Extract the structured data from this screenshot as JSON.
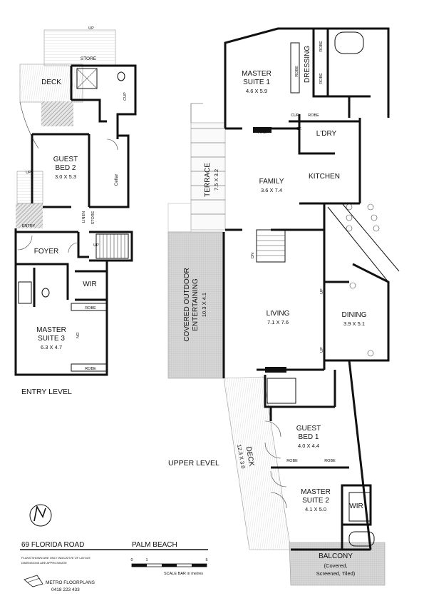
{
  "entry": {
    "rooms": {
      "deck": "DECK",
      "store_top": "STORE",
      "guest2_name": "GUEST",
      "guest2_name2": "BED 2",
      "guest2_dim": "3.0 X 5.3",
      "cellar": "Cellar",
      "linen": "LINEN",
      "store_mid": "STORE",
      "entry": "ENTRY",
      "foyer": "FOYER",
      "wir": "WIR",
      "robe_top": "ROBE",
      "robe_bottom": "ROBE",
      "ms3_name": "MASTER",
      "ms3_name2": "SUITE 3",
      "ms3_dim": "6.3 X 4.7",
      "cup": "CUP",
      "dn": "DN",
      "up": "UP"
    },
    "level_title": "ENTRY LEVEL"
  },
  "upper": {
    "rooms": {
      "ms1_name": "MASTER",
      "ms1_name2": "SUITE 1",
      "ms1_dim": "4.6 X 5.9",
      "dressing": "DRESSING",
      "robe": "ROBE",
      "cup": "CUP",
      "fire": "FIRE",
      "ldry": "L'DRY",
      "st": "ST.",
      "terrace": "TERRACE",
      "terrace_dim": "7.5 X 3.2",
      "family": "FAMILY",
      "family_dim": "3.6 X 7.4",
      "kitchen": "KITCHEN",
      "covered_l1": "COVERED OUTDOOR",
      "covered_l2": "ENTERTAINING",
      "covered_dim": "10.3 X 4.1",
      "living": "LIVING",
      "living_dim": "7.1 X 7.6",
      "dining": "DINING",
      "dining_dim": "3.9 X 5.1",
      "guest1_name": "GUEST",
      "guest1_name2": "BED 1",
      "guest1_dim": "4.0 X 4.4",
      "deck": "DECK",
      "deck_dim": "12.3 X 3.0",
      "ms2_name": "MASTER",
      "ms2_name2": "SUITE 2",
      "ms2_dim": "4.1 X 5.0",
      "wir": "WIR",
      "balcony": "BALCONY",
      "balcony_sub1": "(Covered,",
      "balcony_sub2": "Screened, Tiled)",
      "dn": "DN",
      "up": "UP"
    },
    "level_title": "UPPER LEVEL"
  },
  "footer": {
    "address": "69 FLORIDA ROAD",
    "suburb": "PALM BEACH",
    "disclaimer1": "PLANS SHOWN ARE ONLY INDICATIVE OF LAYOUT.",
    "disclaimer2": "DIMENSIONS ARE APPROXIMATE",
    "scale_0": "0",
    "scale_1": "1",
    "scale_5": "5",
    "scale_label": "SCALE BAR in metres",
    "company": "METRO FLOORPLANS",
    "phone": "0418 223 433"
  },
  "colors": {
    "walls": "#111111",
    "covered_area": "#d4d4d4",
    "balcony": "#d4d4d4",
    "hatch": "#9a9a9a"
  }
}
